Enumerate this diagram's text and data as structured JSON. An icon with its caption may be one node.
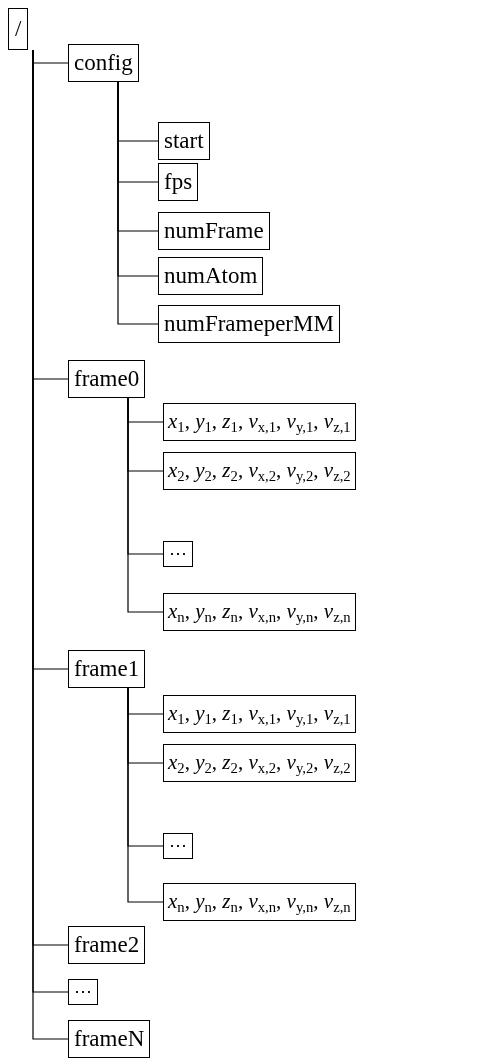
{
  "diagram": {
    "nodes": [
      {
        "text": [
          "/"
        ]
      },
      {
        "text": [
          "config"
        ]
      },
      {
        "text": [
          "start"
        ]
      },
      {
        "text": [
          "fps"
        ]
      },
      {
        "text": [
          "numFrame"
        ]
      },
      {
        "text": [
          "numAtom"
        ]
      },
      {
        "text": [
          "numFrameperMM"
        ]
      },
      {
        "text": [
          "frame0"
        ]
      },
      {
        "text": [
          "*x*$_{1}$, *y*$_{1}$, *z*$_{1}$, *v*$_{x,1}$, *v*$_{y,1}$, *v*$_{z,1}$"
        ]
      },
      {
        "text": [
          "*x*$_{2}$, *y*$_{2}$, *z*$_{2}$, *v*$_{x,2}$, *v*$_{y,2}$, *v*$_{z,2}$"
        ]
      },
      {
        "text": [
          "⋯"
        ]
      },
      {
        "text": [
          "*x*$_{n}$, *y*$_{n}$, *z*$_{n}$, *v*$_{x,n}$, *v*$_{y,n}$, *v*$_{z,n}$"
        ]
      },
      {
        "text": [
          "frame1"
        ]
      },
      {
        "text": [
          "*x*$_{1}$, *y*$_{1}$, *z*$_{1}$, *v*$_{x,1}$, *v*$_{y,1}$, *v*$_{z,1}$"
        ]
      },
      {
        "text": [
          "*x*$_{2}$, *y*$_{2}$, *z*$_{2}$, *v*$_{x,2}$, *v*$_{y,2}$, *v*$_{z,2}$"
        ]
      },
      {
        "text": [
          "⋯"
        ]
      },
      {
        "text": [
          "*x*$_{n}$, *y*$_{n}$, *z*$_{n}$, *v*$_{x,n}$, *v*$_{y,n}$, *v*$_{z,n}$"
        ]
      },
      {
        "text": [
          "frame2"
        ]
      },
      {
        "text": [
          "⋯"
        ]
      },
      {
        "text": [
          "frameN"
        ]
      }
    ],
    "edges": [
      {
        "from": 0,
        "to": 1,
        "arrow": "none"
      },
      {
        "from": 1,
        "to": 2,
        "arrow": "none"
      },
      {
        "from": 1,
        "to": 3,
        "arrow": "none"
      },
      {
        "from": 1,
        "to": 4,
        "arrow": "none"
      },
      {
        "from": 1,
        "to": 5,
        "arrow": "none"
      },
      {
        "from": 1,
        "to": 6,
        "arrow": "none"
      },
      {
        "from": 0,
        "to": 7,
        "arrow": "none"
      },
      {
        "from": 7,
        "to": 8,
        "arrow": "none"
      },
      {
        "from": 7,
        "to": 9,
        "arrow": "none"
      },
      {
        "from": 7,
        "to": 10,
        "arrow": "none"
      },
      {
        "from": 7,
        "to": 11,
        "arrow": "none"
      },
      {
        "from": 0,
        "to": 12,
        "arrow": "none"
      },
      {
        "from": 12,
        "to": 13,
        "arrow": "none"
      },
      {
        "from": 12,
        "to": 14,
        "arrow": "none"
      },
      {
        "from": 12,
        "to": 15,
        "arrow": "none"
      },
      {
        "from": 12,
        "to": 16,
        "arrow": "none"
      },
      {
        "from": 0,
        "to": 17,
        "arrow": "none"
      },
      {
        "from": 0,
        "to": 18,
        "arrow": "none"
      },
      {
        "from": 0,
        "to": 19,
        "arrow": "none"
      }
    ]
  }
}
